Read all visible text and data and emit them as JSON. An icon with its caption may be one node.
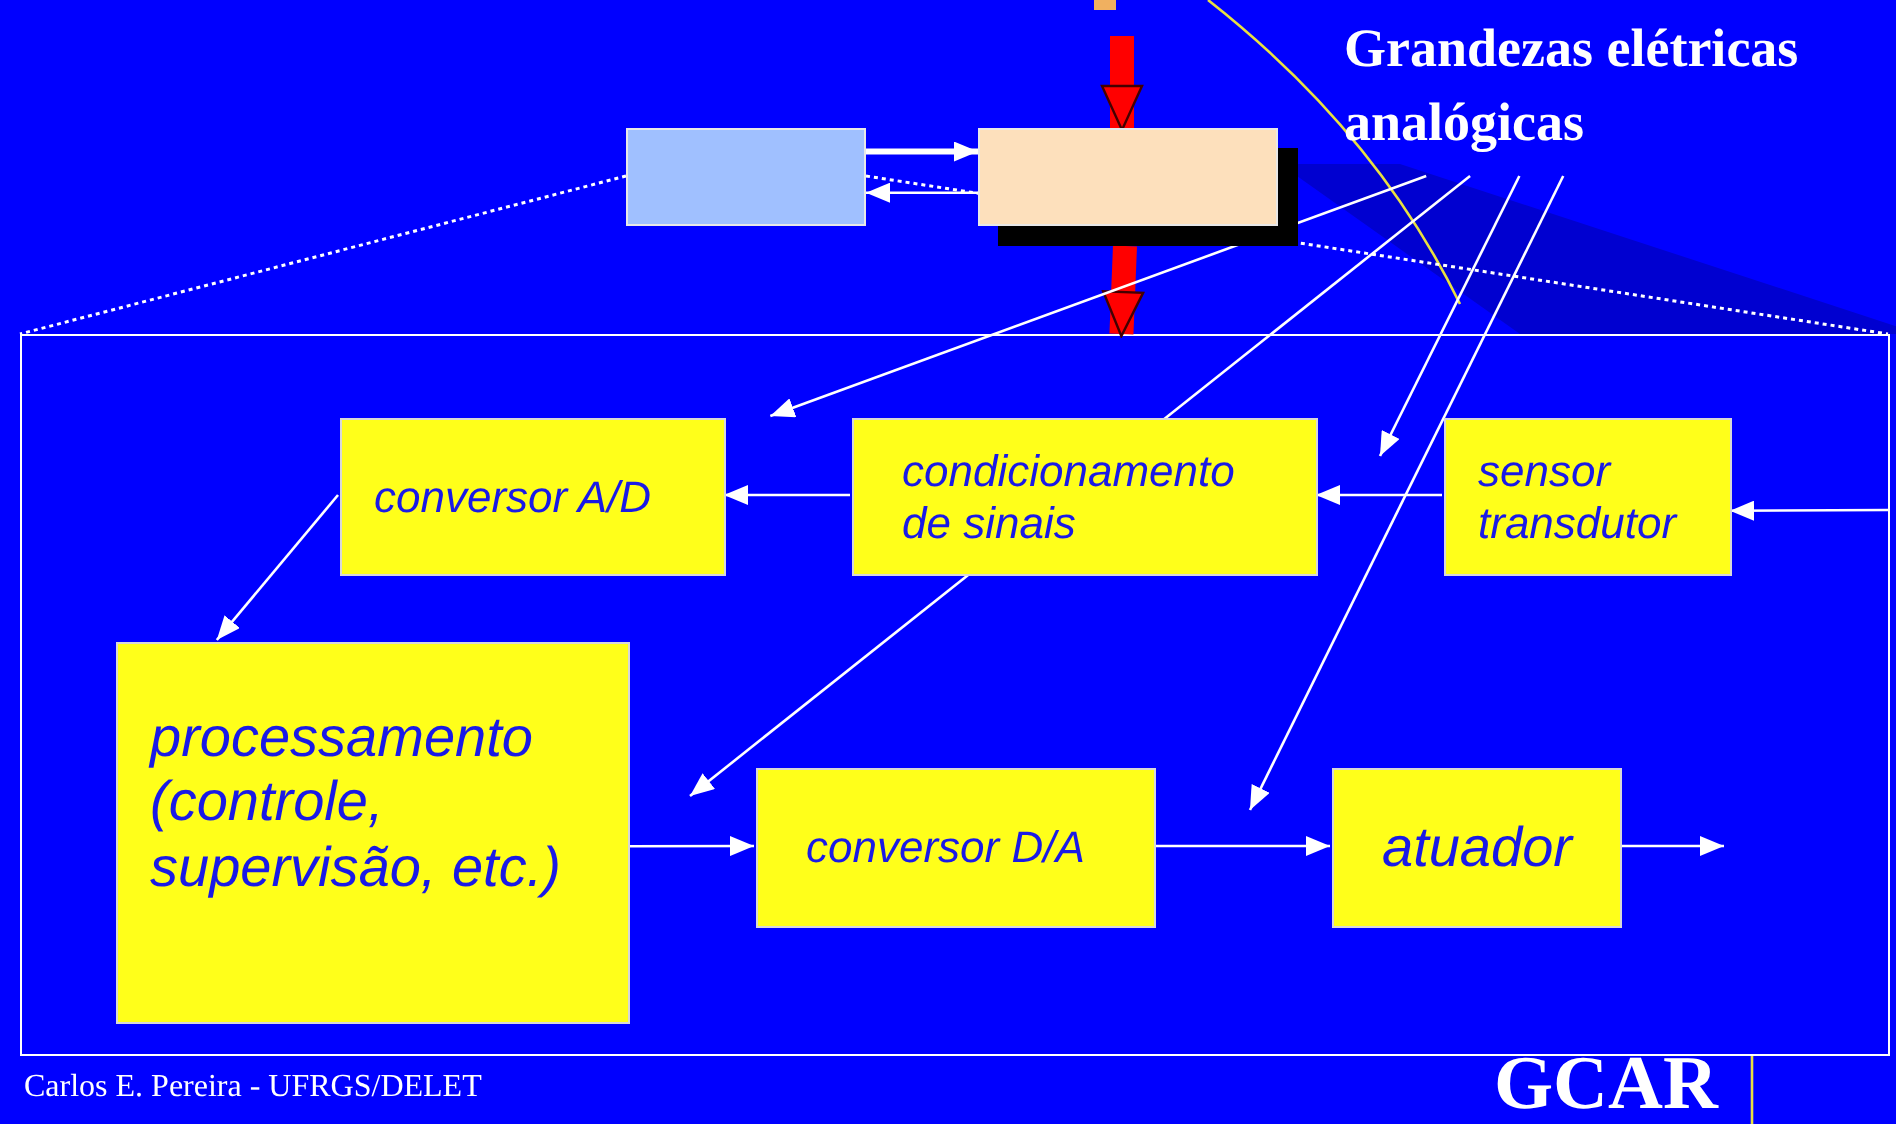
{
  "diagram": {
    "nodes": [
      {
        "text": [],
        "shape": "box"
      },
      {
        "text": [],
        "shape": "box"
      },
      {
        "text": [],
        "shape": "box"
      },
      {
        "text": [
          "conversor A/D"
        ],
        "in": 2
      },
      {
        "text": [
          "condicionamento de sinais"
        ],
        "in": 2
      },
      {
        "text": [
          "sensor transdutor"
        ],
        "in": 2
      },
      {
        "text": [
          "processamento (controle, supervisão, etc.)"
        ],
        "in": 2
      },
      {
        "text": [
          "conversor D/A"
        ],
        "in": 2
      },
      {
        "text": [
          "atuador"
        ],
        "in": 2
      },
      {
        "text": [
          "Grandezas elétricas analógicas"
        ]
      }
    ],
    "edges": [
      {
        "from": 0,
        "to": 1,
        "arrow": "to",
        "style": "thick"
      },
      {
        "from": 1,
        "to": 0,
        "arrow": "to"
      },
      {
        "from": null,
        "to": 1,
        "arrow": "to",
        "style": "thick",
        "color": "#ff0000"
      },
      {
        "from": 1,
        "to": 2,
        "arrow": "to",
        "style": "thick",
        "color": "#ff0000"
      },
      {
        "from": 5,
        "to": 4,
        "arrow": "to"
      },
      {
        "from": 4,
        "to": 3,
        "arrow": "to"
      },
      {
        "from": 3,
        "to": 6,
        "arrow": "to"
      },
      {
        "from": 6,
        "to": 7,
        "arrow": "to"
      },
      {
        "from": 7,
        "to": 8,
        "arrow": "to"
      },
      {
        "from": 8,
        "to": null,
        "arrow": "to"
      },
      {
        "from": null,
        "to": 5,
        "arrow": "to"
      },
      {
        "from": 9,
        "to": 3,
        "arrow": "to"
      },
      {
        "from": 9,
        "to": null,
        "arrow": "to"
      },
      {
        "from": 9,
        "to": null,
        "arrow": "to"
      },
      {
        "from": 9,
        "to": null,
        "arrow": "to"
      }
    ],
    "labels": [
      "Carlos E. Pereira - UFRGS/DELET",
      "GCAR"
    ]
  }
}
